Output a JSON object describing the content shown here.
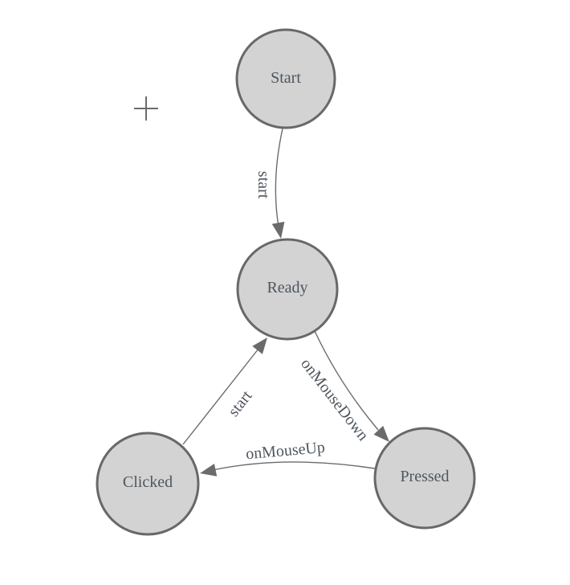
{
  "colors": {
    "background": "#ffffff",
    "node_fill": "#d3d3d3",
    "node_stroke": "#686868",
    "edge_stroke": "#6b6b6b",
    "arrow_fill": "#6b6b6b",
    "label_text": "#4f565e",
    "crosshair": "#6b6b6b"
  },
  "diagram": {
    "nodes": [
      {
        "id": "start",
        "label": "Start"
      },
      {
        "id": "ready",
        "label": "Ready"
      },
      {
        "id": "clicked",
        "label": "Clicked"
      },
      {
        "id": "pressed",
        "label": "Pressed"
      }
    ],
    "edges": [
      {
        "id": "start-to-ready",
        "label": "start",
        "from": "Start",
        "to": "Ready"
      },
      {
        "id": "clicked-to-ready",
        "label": "start",
        "from": "Clicked",
        "to": "Ready"
      },
      {
        "id": "ready-to-pressed",
        "label": "onMouseDown",
        "from": "Ready",
        "to": "Pressed"
      },
      {
        "id": "pressed-to-clicked",
        "label": "onMouseUp",
        "from": "Pressed",
        "to": "Clicked"
      }
    ],
    "cursor": {
      "symbol": "+"
    }
  }
}
